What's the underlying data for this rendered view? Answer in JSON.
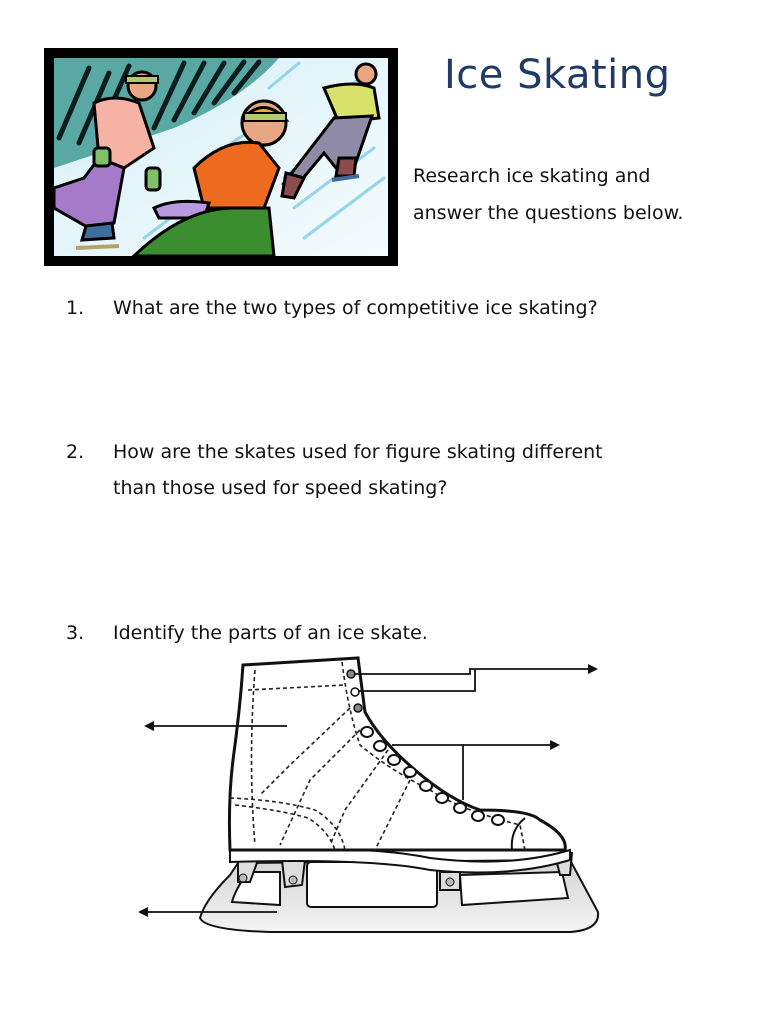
{
  "header": {
    "title": "Ice Skating",
    "intro_line1": "Research ice skating and",
    "intro_line2": "answer the questions below."
  },
  "illustration": {
    "subject": "three ice skaters clip art",
    "colors": {
      "frame": "#000000",
      "teal": "#5aa8a4",
      "ice": "#bfe6f3",
      "ice_light": "#eaf7fb",
      "skater1_shirt": "#f6b3a5",
      "skater1_pants": "#a57bc9",
      "skater2_shirt": "#ee6a1f",
      "skater2_pants": "#3c8d2f",
      "skater3_shirt": "#d8e26a",
      "skater3_pants": "#8f8ba6",
      "helmet": "#f2a82e",
      "mitten_green": "#7fbf6a",
      "mitten_purple": "#b99ae0"
    }
  },
  "questions": [
    {
      "number": "1.",
      "lines": [
        "What are the two types of competitive ice skating?"
      ]
    },
    {
      "number": "2.",
      "lines": [
        "How are the skates used for figure skating different",
        "than those used for speed skating?"
      ]
    },
    {
      "number": "3.",
      "lines": [
        "Identify the parts of an ice skate."
      ]
    }
  ],
  "diagram": {
    "subject": "ice skate line drawing with label arrows",
    "arrows": [
      {
        "id": "eyelets",
        "direction": "right"
      },
      {
        "id": "laces",
        "direction": "right"
      },
      {
        "id": "boot",
        "direction": "left"
      },
      {
        "id": "blade",
        "direction": "left"
      }
    ]
  }
}
